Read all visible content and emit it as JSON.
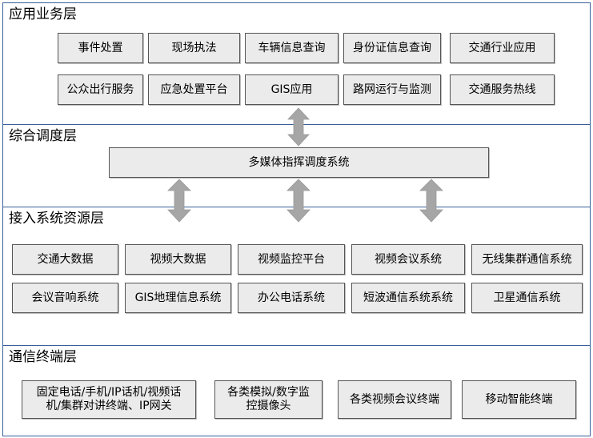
{
  "layers": {
    "application": {
      "title": "应用业务层",
      "row1": [
        "事件处置",
        "现场执法",
        "车辆信息查询",
        "身份证信息查询",
        "交通行业应用"
      ],
      "row2": [
        "公众出行服务",
        "应急处置平台",
        "GIS应用",
        "路网运行与监测",
        "交通服务热线"
      ]
    },
    "dispatch": {
      "title": "综合调度层",
      "system": "多媒体指挥调度系统"
    },
    "access": {
      "title": "接入系统资源层",
      "row1": [
        "交通大数据",
        "视频大数据",
        "视频监控平台",
        "视频会议系统",
        "无线集群通信系统"
      ],
      "row2": [
        "会议音响系统",
        "GIS地理信息系统",
        "办公电话系统",
        "短波通信系统系统",
        "卫星通信系统"
      ]
    },
    "terminal": {
      "title": "通信终端层",
      "items": [
        "固定电话/手机/IP话机/视频话机/集群对讲终端、IP网关",
        "各类模拟/数字监控摄像头",
        "各类视频会议终端",
        "移动智能终端"
      ]
    }
  },
  "colors": {
    "border": "#3a5f9a",
    "box_fill": "#ebebeb",
    "arrow": "#a6a6a6"
  }
}
